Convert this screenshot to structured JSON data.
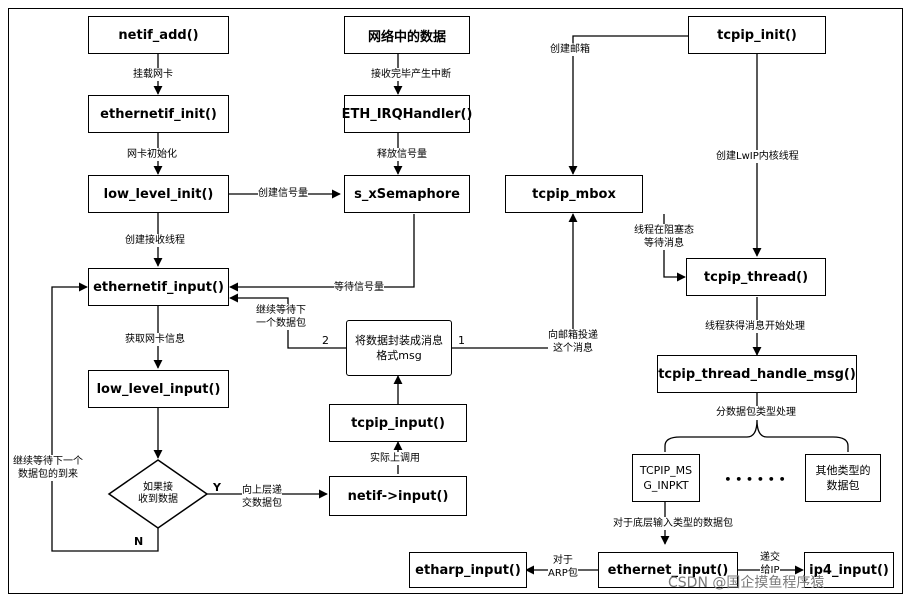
{
  "nodes": {
    "netif_add": "netif_add()",
    "network_data": "网络中的数据",
    "tcpip_init": "tcpip_init()",
    "ethernetif_init": "ethernetif_init()",
    "eth_irq": "ETH_IRQHandler()",
    "low_level_init": "low_level_init()",
    "s_xsemaphore": "s_xSemaphore",
    "tcpip_mbox": "tcpip_mbox",
    "ethernetif_input": "ethernetif_input()",
    "tcpip_thread": "tcpip_thread()",
    "encapsulate_msg": "将数据封装成消息\n格式msg",
    "low_level_input": "low_level_input()",
    "tcpip_thread_handle_msg": "tcpip_thread_handle_msg()",
    "tcpip_input": "tcpip_input()",
    "tcpip_msg_inpkt": "TCPIP_MS\nG_INPKT",
    "ellipsis": "• • • • • •",
    "other_types": "其他类型的\n数据包",
    "decision": "如果接\n收到数据",
    "netif_input": "netif->input()",
    "etharp_input": "etharp_input()",
    "ethernet_input": "ethernet_input()",
    "ip4_input": "ip4_input()"
  },
  "labels": {
    "mount_nic": "挂载网卡",
    "rx_complete_irq": "接收完毕产生中断",
    "create_mailbox": "创建邮箱",
    "nic_init": "网卡初始化",
    "release_semaphore": "释放信号量",
    "create_semaphore": "创建信号量",
    "create_lwip_thread": "创建LwIP内核线程",
    "create_rx_thread": "创建接收线程",
    "wait_semaphore": "等待信号量",
    "thread_blocked": "线程在阻塞态\n等待消息",
    "continue_wait_packet": "继续等待下\n一个数据包",
    "num_2": "2",
    "num_1": "1",
    "send_to_mailbox": "向邮箱投递\n这个消息",
    "get_nic_info": "获取网卡信息",
    "thread_got_msg": "线程获得消息开始处理",
    "dispatch_by_type": "分数据包类型处理",
    "actually_calls": "实际上调用",
    "continue_wait_next": "继续等待下一个\n数据包的到来",
    "yes": "Y",
    "pass_upper": "向上层递\n交数据包",
    "no": "N",
    "for_lower_input": "对于底层输入类型的数据包",
    "for_arp": "对于\nARP包",
    "deliver_ip": "递交\n给IP",
    "watermark": "CSDN @国企摸鱼程序猿"
  },
  "colors": {
    "line": "#000000",
    "background": "#ffffff",
    "watermark": "#7a7a7a"
  }
}
